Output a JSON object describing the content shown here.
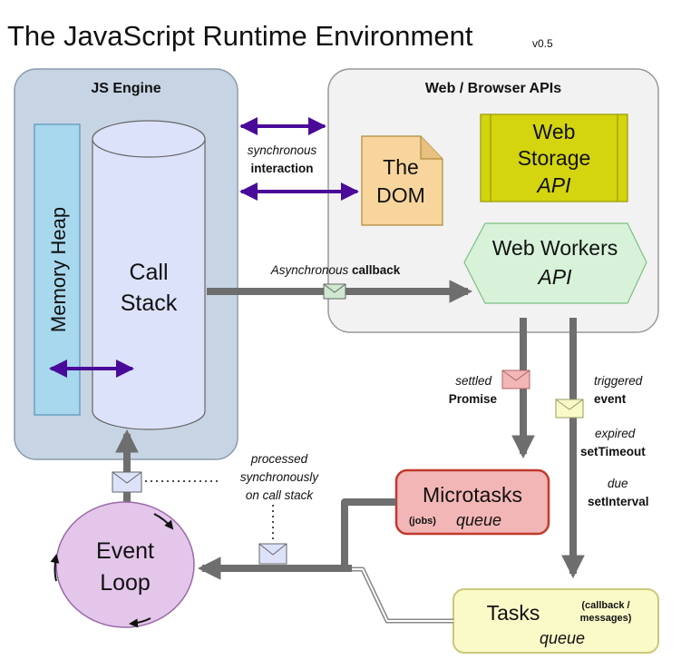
{
  "title": "The JavaScript Runtime Environment",
  "version": "v0.5",
  "js_engine": {
    "label": "JS Engine",
    "memory_heap": "Memory Heap",
    "call_stack": [
      "Call",
      "Stack"
    ]
  },
  "web_apis": {
    "label": "Web / Browser APIs",
    "dom": [
      "The",
      "DOM"
    ],
    "storage": [
      "Web",
      "Storage",
      "API"
    ],
    "workers": [
      "Web Workers",
      "API"
    ]
  },
  "labels": {
    "sync_interaction": [
      "synchronous",
      "interaction"
    ],
    "async_callback": [
      "Asynchronous",
      " callback"
    ],
    "settled_promise": [
      "settled",
      "Promise"
    ],
    "triggered_event": [
      "triggered",
      "event"
    ],
    "expired_settimeout": [
      "expired",
      "setTimeout"
    ],
    "due_setinterval": [
      "due",
      "setInterval"
    ],
    "processed_sync": [
      "processed",
      "synchronously",
      "on call stack"
    ]
  },
  "microtasks": {
    "title": "Microtasks",
    "small": "(jobs)",
    "queue": "queue"
  },
  "tasks": {
    "title": "Tasks",
    "small": [
      "(callback /",
      "messages)"
    ],
    "queue": "queue"
  },
  "event_loop": [
    "Event",
    "Loop"
  ],
  "colors": {
    "engine_bg": "#c7d4e3",
    "webapi_bg": "#f2f2f2",
    "heap_bg": "#a8d8ee",
    "stack_bg": "#dde2fb",
    "dom_bg": "#f7d59c",
    "storage_bg": "#d4d40f",
    "workers_bg": "#d7f2d9",
    "micro_bg": "#f3b6b6",
    "micro_border": "#c0392b",
    "tasks_bg": "#fafac8",
    "event_loop_bg": "#e3c6ea",
    "purple_arrow": "#4a0a99",
    "gray_arrow": "#6e6e6e"
  }
}
